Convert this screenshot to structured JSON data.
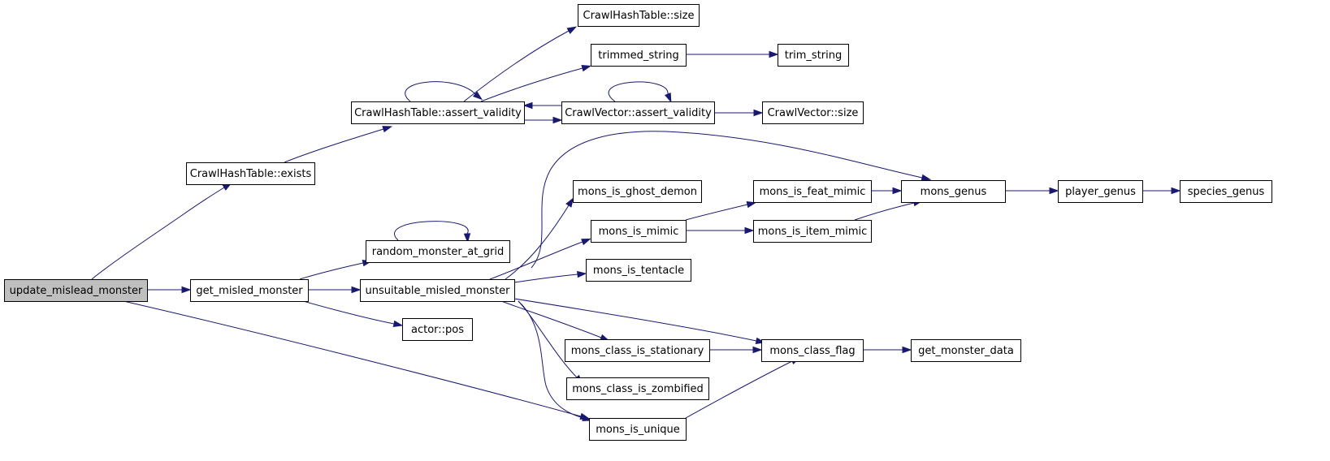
{
  "graph": {
    "root": "update_mislead_monster",
    "nodes": [
      {
        "id": "update_mislead_monster",
        "label": "update_mislead_monster"
      },
      {
        "id": "crawlhashtable_exists",
        "label": "CrawlHashTable::exists"
      },
      {
        "id": "get_misled_monster",
        "label": "get_misled_monster"
      },
      {
        "id": "mons_is_unique",
        "label": "mons_is_unique"
      },
      {
        "id": "crawlhashtable_assert_validity",
        "label": "CrawlHashTable::assert_validity"
      },
      {
        "id": "random_monster_at_grid",
        "label": "random_monster_at_grid"
      },
      {
        "id": "unsuitable_misled_monster",
        "label": "unsuitable_misled_monster"
      },
      {
        "id": "actor_pos",
        "label": "actor::pos"
      },
      {
        "id": "crawlhashtable_size",
        "label": "CrawlHashTable::size"
      },
      {
        "id": "trimmed_string",
        "label": "trimmed_string"
      },
      {
        "id": "trim_string",
        "label": "trim_string"
      },
      {
        "id": "crawlvector_assert_validity",
        "label": "CrawlVector::assert_validity"
      },
      {
        "id": "crawlvector_size",
        "label": "CrawlVector::size"
      },
      {
        "id": "mons_is_ghost_demon",
        "label": "mons_is_ghost_demon"
      },
      {
        "id": "mons_is_mimic",
        "label": "mons_is_mimic"
      },
      {
        "id": "mons_is_tentacle",
        "label": "mons_is_tentacle"
      },
      {
        "id": "mons_class_is_stationary",
        "label": "mons_class_is_stationary"
      },
      {
        "id": "mons_class_is_zombified",
        "label": "mons_class_is_zombified"
      },
      {
        "id": "mons_class_flag",
        "label": "mons_class_flag"
      },
      {
        "id": "mons_is_feat_mimic",
        "label": "mons_is_feat_mimic"
      },
      {
        "id": "mons_is_item_mimic",
        "label": "mons_is_item_mimic"
      },
      {
        "id": "mons_genus",
        "label": "mons_genus"
      },
      {
        "id": "player_genus",
        "label": "player_genus"
      },
      {
        "id": "species_genus",
        "label": "species_genus"
      },
      {
        "id": "get_monster_data",
        "label": "get_monster_data"
      }
    ],
    "edges": [
      {
        "from": "update_mislead_monster",
        "to": "crawlhashtable_exists"
      },
      {
        "from": "update_mislead_monster",
        "to": "get_misled_monster"
      },
      {
        "from": "update_mislead_monster",
        "to": "mons_is_unique"
      },
      {
        "from": "crawlhashtable_exists",
        "to": "crawlhashtable_assert_validity"
      },
      {
        "from": "crawlhashtable_assert_validity",
        "to": "crawlhashtable_assert_validity"
      },
      {
        "from": "crawlhashtable_assert_validity",
        "to": "crawlhashtable_size"
      },
      {
        "from": "crawlhashtable_assert_validity",
        "to": "trimmed_string"
      },
      {
        "from": "crawlhashtable_assert_validity",
        "to": "crawlvector_assert_validity"
      },
      {
        "from": "trimmed_string",
        "to": "trim_string"
      },
      {
        "from": "crawlvector_assert_validity",
        "to": "crawlhashtable_assert_validity"
      },
      {
        "from": "crawlvector_assert_validity",
        "to": "crawlvector_assert_validity"
      },
      {
        "from": "crawlvector_assert_validity",
        "to": "crawlvector_size"
      },
      {
        "from": "get_misled_monster",
        "to": "random_monster_at_grid"
      },
      {
        "from": "get_misled_monster",
        "to": "unsuitable_misled_monster"
      },
      {
        "from": "get_misled_monster",
        "to": "actor_pos"
      },
      {
        "from": "random_monster_at_grid",
        "to": "random_monster_at_grid"
      },
      {
        "from": "unsuitable_misled_monster",
        "to": "mons_genus"
      },
      {
        "from": "unsuitable_misled_monster",
        "to": "mons_is_ghost_demon"
      },
      {
        "from": "unsuitable_misled_monster",
        "to": "mons_is_mimic"
      },
      {
        "from": "unsuitable_misled_monster",
        "to": "mons_is_tentacle"
      },
      {
        "from": "unsuitable_misled_monster",
        "to": "mons_class_flag"
      },
      {
        "from": "unsuitable_misled_monster",
        "to": "mons_class_is_stationary"
      },
      {
        "from": "unsuitable_misled_monster",
        "to": "mons_class_is_zombified"
      },
      {
        "from": "unsuitable_misled_monster",
        "to": "mons_is_unique"
      },
      {
        "from": "mons_is_mimic",
        "to": "mons_is_feat_mimic"
      },
      {
        "from": "mons_is_mimic",
        "to": "mons_is_item_mimic"
      },
      {
        "from": "mons_is_feat_mimic",
        "to": "mons_genus"
      },
      {
        "from": "mons_is_item_mimic",
        "to": "mons_genus"
      },
      {
        "from": "mons_genus",
        "to": "player_genus"
      },
      {
        "from": "player_genus",
        "to": "species_genus"
      },
      {
        "from": "mons_class_is_stationary",
        "to": "mons_class_flag"
      },
      {
        "from": "mons_class_flag",
        "to": "get_monster_data"
      },
      {
        "from": "mons_is_unique",
        "to": "mons_class_flag"
      }
    ]
  },
  "colors": {
    "edge": "#191970",
    "node_border": "#000000",
    "node_fill": "#ffffff",
    "root_fill": "#bfbfbf"
  }
}
